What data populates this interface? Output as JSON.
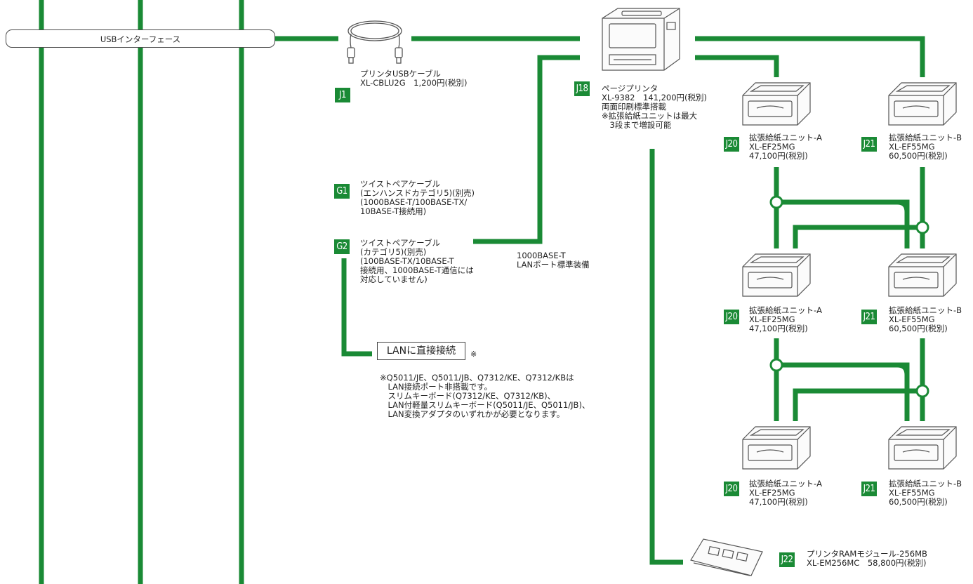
{
  "usb_interface": {
    "label": "USBインターフェース"
  },
  "j1": {
    "code": "J1",
    "desc": "プリンタUSBケーブル\nXL-CBLU2G　1,200円(税別)"
  },
  "j18": {
    "code": "J18",
    "desc": "ページプリンタ\nXL-9382　141,200円(税別)\n両面印刷標準搭載\n※拡張給紙ユニットは最大\n　3段まで増設可能"
  },
  "g1": {
    "code": "G1",
    "desc": "ツイストペアケーブル\n(エンハンスドカテゴリ5)(別売)\n(1000BASE-T/100BASE-TX/\n10BASE-T接続用)"
  },
  "g2": {
    "code": "G2",
    "desc": "ツイストペアケーブル\n(カテゴリ5)(別売)\n(100BASE-TX/10BASE-T\n接続用、1000BASE-T通信には\n対応していません)"
  },
  "lan_port_note": "1000BASE-T\nLANポート標準装備",
  "lan_direct": {
    "label": "LANに直接接続",
    "mark": "※"
  },
  "lan_note": "※Q5011/JE、Q5011/JB、Q7312/KE、Q7312/KBは\n　LAN接続ポート非搭載です。\n　スリムキーボード(Q7312/KE、Q7312/KB)、\n　LAN付軽量スリムキーボード(Q5011/JE、Q5011/JB)、\n　LAN変換アダプタのいずれかが必要となります。",
  "j20": {
    "code": "J20",
    "desc": "拡張給紙ユニット-A\nXL-EF25MG\n47,100円(税別)"
  },
  "j21": {
    "code": "J21",
    "desc": "拡張給紙ユニット-B\nXL-EF55MG\n60,500円(税別)"
  },
  "j22": {
    "code": "J22",
    "desc": "プリンタRAMモジュール-256MB\nXL-EM256MC　58,800円(税別)"
  },
  "colors": {
    "line": "#1a8a35",
    "badge": "#1a8a35"
  }
}
